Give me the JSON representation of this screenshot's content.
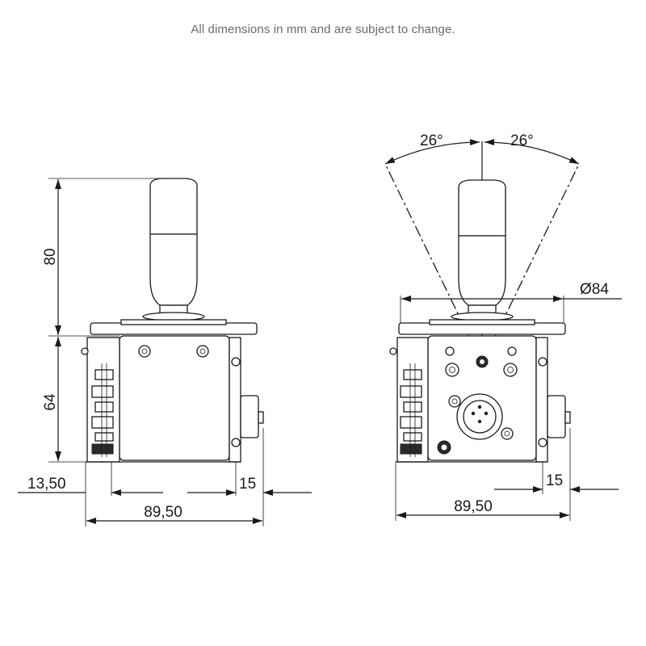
{
  "note": "All dimensions in mm and are subject to change.",
  "left_view": {
    "height_top": "80",
    "height_body": "64",
    "offset_left": "13,50",
    "offset_right": "15",
    "width": "89,50"
  },
  "right_view": {
    "angle_left": "26°",
    "angle_right": "26°",
    "diameter": "Ø84",
    "offset_right": "15",
    "width": "89,50"
  }
}
